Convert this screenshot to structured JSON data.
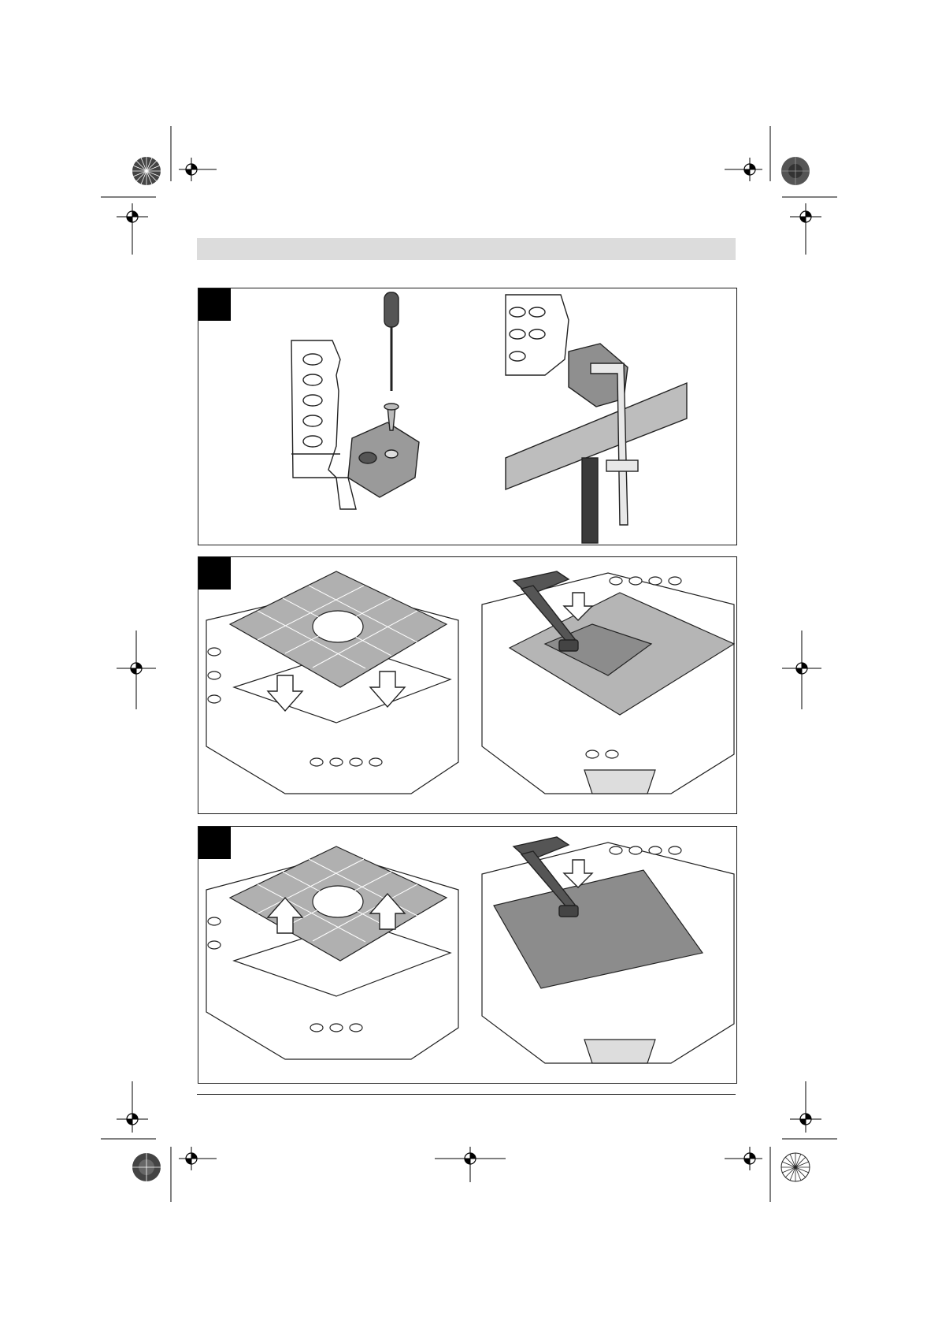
{
  "page": {
    "background": "#ffffff"
  },
  "header": {
    "band_color": "#dcdcdc"
  },
  "figures": [
    {
      "id": "figure-1",
      "badge_color": "#000000",
      "illustrations": [
        "screwdriver-fastening-corner-bracket",
        "clamp-securing-bracket-to-bench"
      ]
    },
    {
      "id": "figure-2",
      "badge_color": "#000000",
      "illustrations": [
        "inserting-tile-plate-arrows-down",
        "clamp-pressing-tile-on-plate"
      ]
    },
    {
      "id": "figure-3",
      "badge_color": "#000000",
      "illustrations": [
        "removing-tile-plate-arrows-up",
        "clamp-holding-large-board"
      ]
    }
  ],
  "print_marks": {
    "registration_icon": "registration-crosshair-icon",
    "color_wheel_icon": "color-target-icon"
  }
}
